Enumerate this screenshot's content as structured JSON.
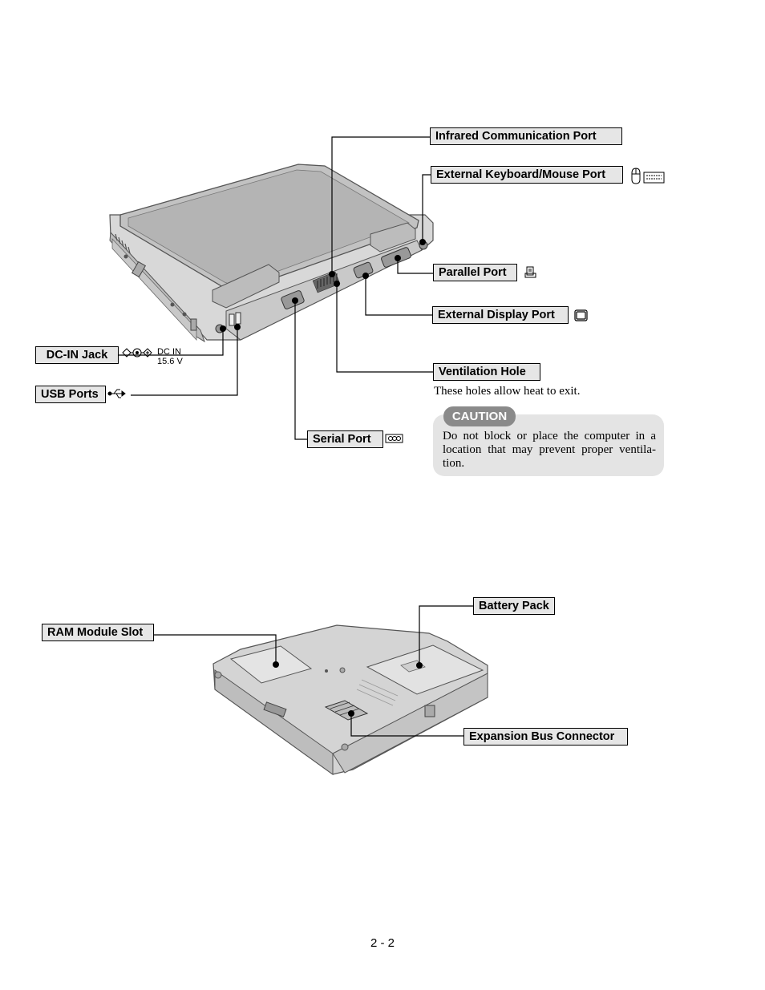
{
  "top_view": {
    "labels": {
      "infrared": "Infrared Communication Port",
      "keyboard_mouse": "External Keyboard/Mouse Port",
      "parallel": "Parallel Port",
      "display": "External Display Port",
      "ventilation": "Ventilation Hole",
      "dc_in": "DC-IN Jack",
      "usb": "USB Ports",
      "serial": "Serial Port"
    },
    "ventilation_note": "These holes allow heat to exit.",
    "dc_in_marking": {
      "line1": "DC IN",
      "line2": "15.6 V"
    },
    "caution": {
      "heading": "CAUTION",
      "text": "Do not block or place the computer in a location that may prevent proper ventila-tion."
    },
    "icons": [
      "mouse-icon",
      "keyboard-icon",
      "printer-icon",
      "monitor-icon",
      "dc-polarity-icon",
      "usb-icon",
      "serial-icon"
    ]
  },
  "bottom_view": {
    "labels": {
      "battery": "Battery Pack",
      "ram": "RAM Module Slot",
      "expansion": "Expansion Bus Connector"
    }
  },
  "page_number": "2 - 2"
}
